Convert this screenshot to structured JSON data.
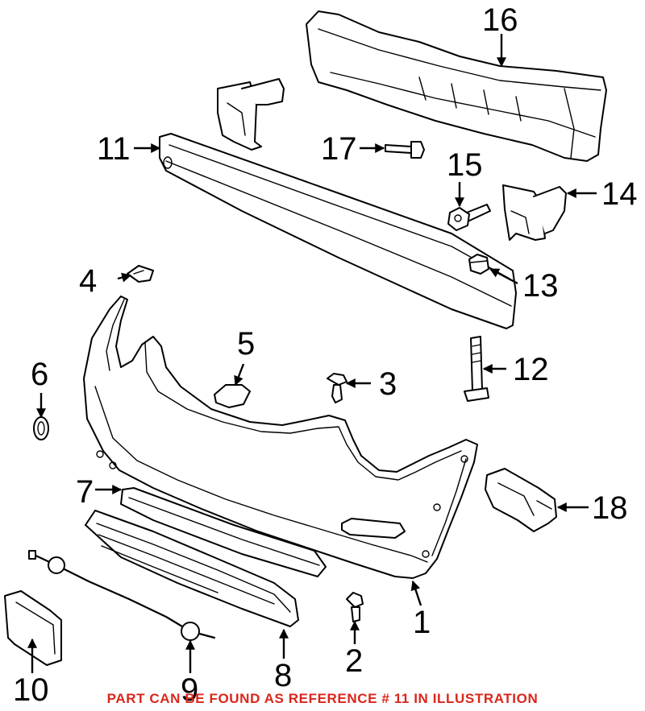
{
  "callouts": {
    "n1": "1",
    "n2": "2",
    "n3": "3",
    "n4": "4",
    "n5": "5",
    "n6": "6",
    "n7": "7",
    "n8": "8",
    "n9": "9",
    "n10": "10",
    "n11": "11",
    "n12": "12",
    "n13": "13",
    "n14": "14",
    "n15": "15",
    "n16": "16",
    "n17": "17",
    "n18": "18"
  },
  "footer": {
    "note": "PART CAN BE FOUND AS REFERENCE # 11 IN ILLUSTRATION"
  },
  "colors": {
    "line": "#000000",
    "note": "#d9261c",
    "background": "#ffffff"
  }
}
